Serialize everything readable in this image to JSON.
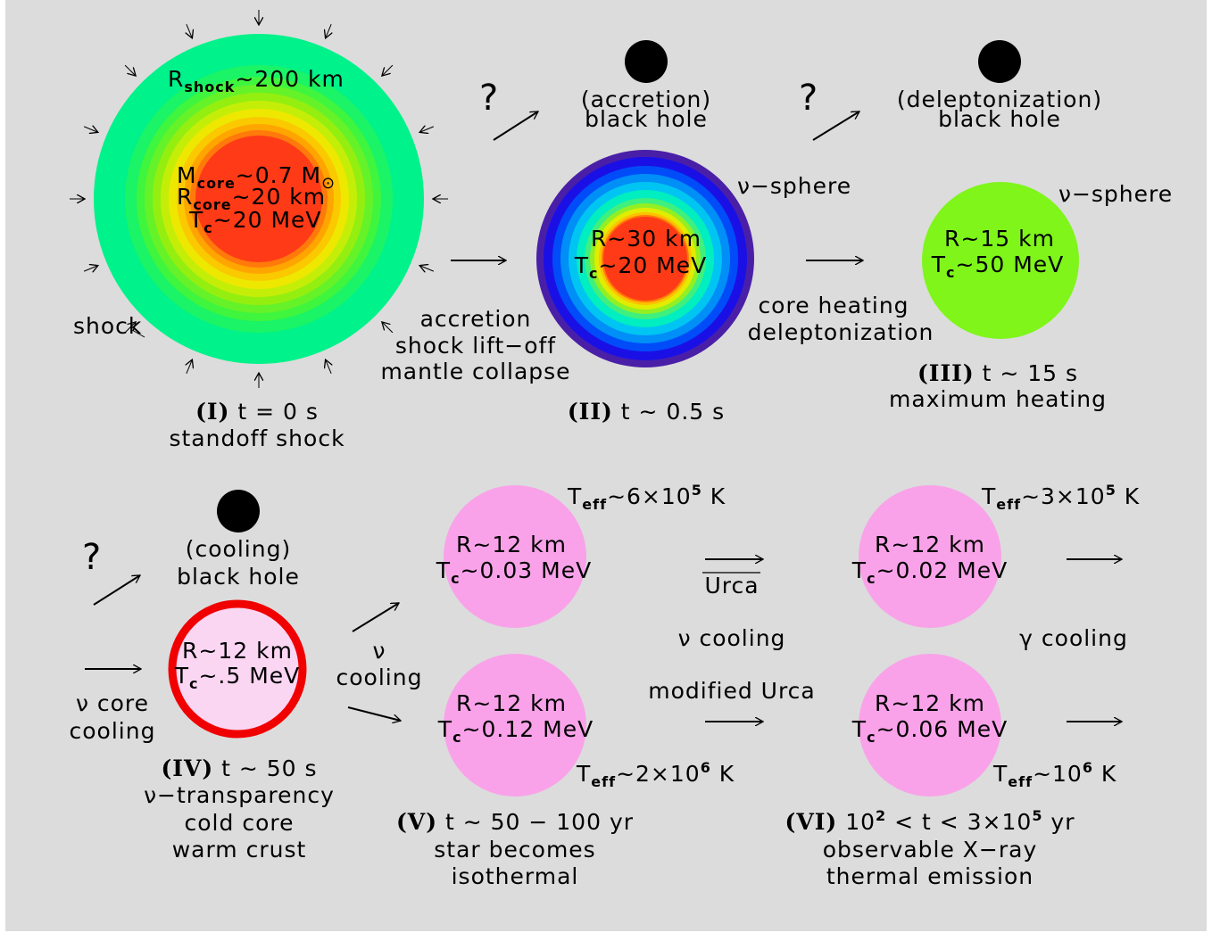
{
  "colors": {
    "background": "#dcdcdc",
    "stage1_outer": "#00f28a",
    "stage1_core": "#ff3a16",
    "stage3_fill": "#7ff51a",
    "stage4_ring": "#f00000",
    "stage4_fill": "#fbd6f3",
    "cooling_star": "#f9a2e9",
    "black_hole": "#000000"
  },
  "stage1": {
    "r_shock_label": "R",
    "r_shock_sub": "shock",
    "r_shock_val": "~200 km",
    "m_core_label": "M",
    "m_core_sub": "core",
    "m_core_val": "~0.7 M",
    "sun_symbol": "⊙",
    "r_core_label": "R",
    "r_core_sub": "core",
    "r_core_val": "~20 km",
    "tc_label": "T",
    "tc_sub": "c",
    "tc_val": "~20 MeV",
    "shock_label": "shock",
    "caption_numeral": "(I)",
    "caption_time": " t = 0 s",
    "caption_desc": "standoff shock"
  },
  "transition_1_2": {
    "line1": "accretion",
    "line2": "shock lift−off",
    "line3": "mantle collapse"
  },
  "stage2": {
    "question": "?",
    "bh_line1": "(accretion)",
    "bh_line2": "black hole",
    "nu_sphere": "ν−sphere",
    "r_val": "R~30 km",
    "tc_label": "T",
    "tc_sub": "c",
    "tc_val": "~20 MeV",
    "caption_numeral": "(II)",
    "caption_time": " t ∼ 0.5 s"
  },
  "transition_2_3": {
    "line1": "core heating",
    "line2": "deleptonization"
  },
  "stage3": {
    "question": "?",
    "bh_line1": "(deleptonization)",
    "bh_line2": "black hole",
    "nu_sphere": "ν−sphere",
    "r_val": "R~15 km",
    "tc_label": "T",
    "tc_sub": "c",
    "tc_val": "~50 MeV",
    "caption_numeral": "(III)",
    "caption_time": " t ∼ 15 s",
    "caption_desc": "maximum heating"
  },
  "stage4": {
    "question": "?",
    "bh_line1": "(cooling)",
    "bh_line2": "black hole",
    "left_line1": "ν core",
    "left_line2": "cooling",
    "r_val": "R~12 km",
    "tc_label": "T",
    "tc_sub": "c",
    "tc_val": "~.5 MeV",
    "caption_numeral": "(IV)",
    "caption_time": " t ∼ 50 s",
    "caption_l2": "ν−transparency",
    "caption_l3": "cold core",
    "caption_l4": "warm crust"
  },
  "transition_4_5": {
    "line1": "ν",
    "line2": "cooling"
  },
  "stage5": {
    "top_teff_label": "T",
    "top_teff_sub": "eff",
    "top_teff_val": "~6×10",
    "top_teff_exp": "5",
    "top_teff_unit": " K",
    "top_r": "R~12 km",
    "top_tc_label": "T",
    "top_tc_sub": "c",
    "top_tc_val": "~0.03 MeV",
    "bot_r": "R~12 km",
    "bot_tc_label": "T",
    "bot_tc_sub": "c",
    "bot_tc_val": "~0.12 MeV",
    "bot_teff_label": "T",
    "bot_teff_sub": "eff",
    "bot_teff_val": "~2×10",
    "bot_teff_exp": "6",
    "bot_teff_unit": " K",
    "caption_numeral": "(V)",
    "caption_time": " t ∼ 50 − 100 yr",
    "caption_l2": "star becomes",
    "caption_l3": "isothermal"
  },
  "transition_5_6": {
    "urca": "Urca",
    "nu_cooling": "ν cooling",
    "modified_urca": "modified Urca"
  },
  "stage6": {
    "top_teff_label": "T",
    "top_teff_sub": "eff",
    "top_teff_val": "~3×10",
    "top_teff_exp": "5",
    "top_teff_unit": " K",
    "top_r": "R~12 km",
    "top_tc_label": "T",
    "top_tc_sub": "c",
    "top_tc_val": "~0.02 MeV",
    "gamma_cooling": "γ cooling",
    "bot_r": "R~12 km",
    "bot_tc_label": "T",
    "bot_tc_sub": "c",
    "bot_tc_val": "~0.06 MeV",
    "bot_teff_label": "T",
    "bot_teff_sub": "eff",
    "bot_teff_val": "~10",
    "bot_teff_exp": "6",
    "bot_teff_unit": " K",
    "caption_numeral": "(VI)",
    "caption_base": " 10",
    "caption_exp": "2",
    "caption_rest": " < t < 3×10",
    "caption_exp2": "5",
    "caption_unit": " yr",
    "caption_l2": "observable X−ray",
    "caption_l3": "thermal emission"
  }
}
